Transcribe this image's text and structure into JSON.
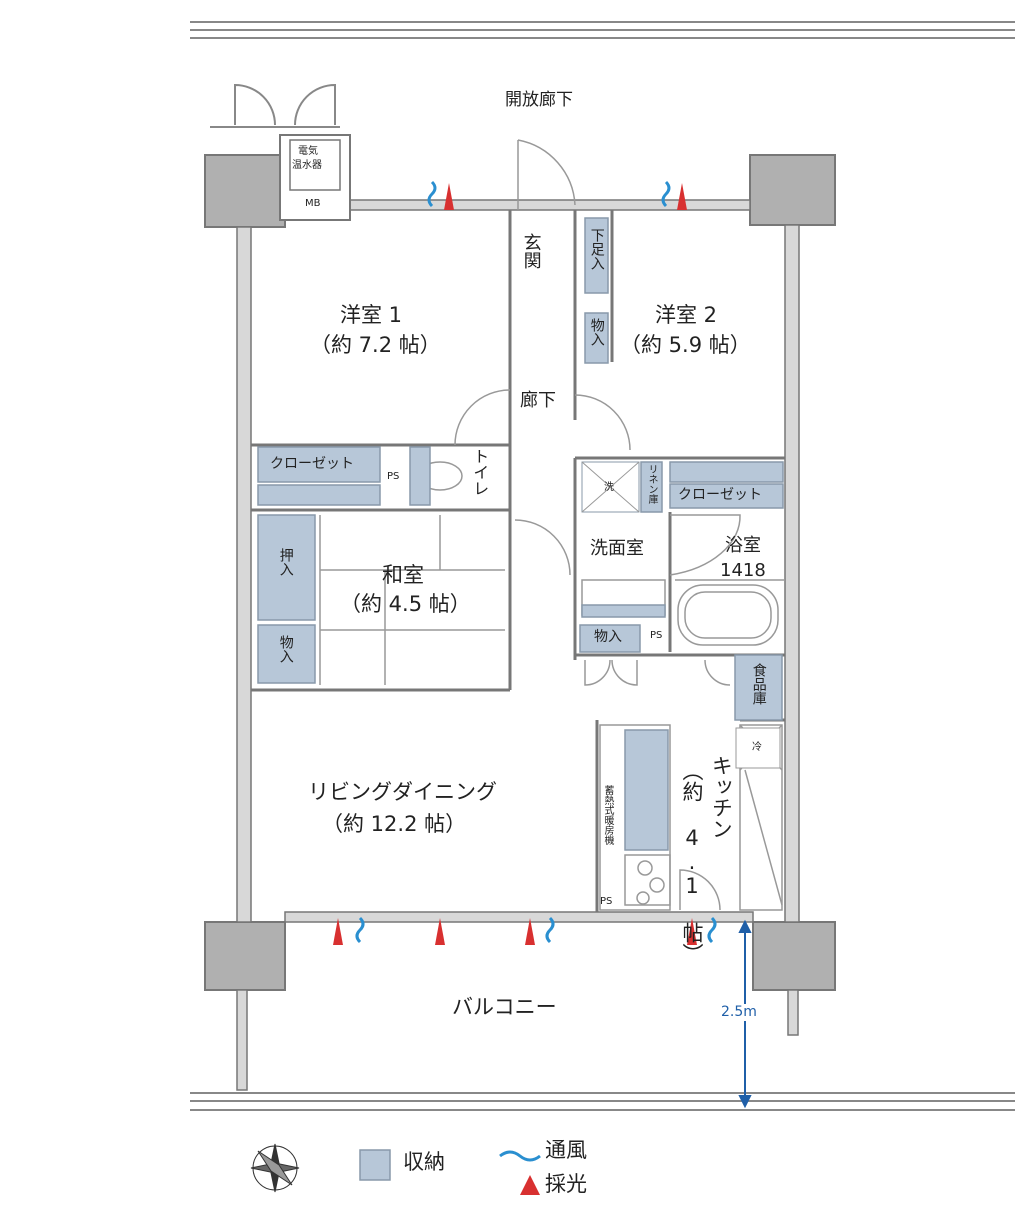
{
  "title": "Floor plan",
  "corridor_label": "開放廊下",
  "water_heater": {
    "line1": "電気",
    "line2": "温水器",
    "mb": "MB"
  },
  "rooms": {
    "western1": {
      "name": "洋室 1",
      "size": "（約 7.2 帖）"
    },
    "western2": {
      "name": "洋室 2",
      "size": "（約 5.9 帖）"
    },
    "entrance": "玄関",
    "hallway": "廊下",
    "toilet": "トイレ",
    "japanese": {
      "name": "和室",
      "size": "（約 4.5 帖）"
    },
    "washroom": "洗面室",
    "bathroom": {
      "name": "浴室",
      "size": "1418"
    },
    "living": {
      "name": "リビングダイニング",
      "size": "（約 12.2 帖）"
    },
    "kitchen": {
      "name": "キッチン",
      "size": "（約 4.1 帖）"
    },
    "balcony": "バルコニー"
  },
  "storage": {
    "shoe": "下足入",
    "closet_entry": "物入",
    "closet1": "クローゼット",
    "closet2": "クローゼット",
    "oshiire": "押入",
    "japanese_storage": "物入",
    "washroom_storage": "物入",
    "linen": "リネン庫",
    "pantry": "食品庫",
    "laundry": "洗",
    "fridge": "冷",
    "heater": "蓄熱式暖房機"
  },
  "ps_label": "PS",
  "dimension": "2.5m",
  "legend": {
    "storage": "収納",
    "ventilation": "通風",
    "daylight": "採光"
  },
  "colors": {
    "storage": "#b7c7d8",
    "wall": "#8a8a8a",
    "ventilation": "#2a8fd0",
    "daylight": "#d83030",
    "dimension": "#1f5fa8"
  }
}
